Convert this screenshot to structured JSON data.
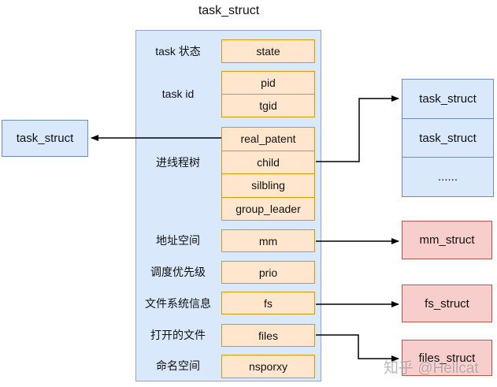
{
  "title": "task_struct",
  "colors": {
    "blue_fill": "#dae8fc",
    "blue_border": "#6c8ebf",
    "orange_fill": "#ffe6cc",
    "orange_border": "#d79b00",
    "pink_fill": "#f8cecc",
    "pink_border": "#b85450",
    "arrow": "#000000"
  },
  "main_struct": {
    "rows": [
      {
        "label": "task 状态",
        "fields": [
          "state"
        ]
      },
      {
        "label": "task id",
        "fields": [
          "pid",
          "tgid"
        ]
      },
      {
        "label": "进线程树",
        "fields": [
          "real_patent",
          "child",
          "silbling",
          "group_leader"
        ]
      },
      {
        "label": "地址空间",
        "fields": [
          "mm"
        ]
      },
      {
        "label": "调度优先级",
        "fields": [
          "prio"
        ]
      },
      {
        "label": "文件系统信息",
        "fields": [
          "fs"
        ]
      },
      {
        "label": "打开的文件",
        "fields": [
          "files"
        ]
      },
      {
        "label": "命名空间",
        "fields": [
          "nsporxy"
        ]
      }
    ]
  },
  "left_node": {
    "label": "task_struct"
  },
  "right_list": {
    "rows": [
      "task_struct",
      "task_struct",
      "......"
    ]
  },
  "right_nodes": [
    {
      "label": "mm_struct"
    },
    {
      "label": "fs_struct"
    },
    {
      "label": "files_struct"
    }
  ],
  "watermark": "知乎 @Hellcat"
}
